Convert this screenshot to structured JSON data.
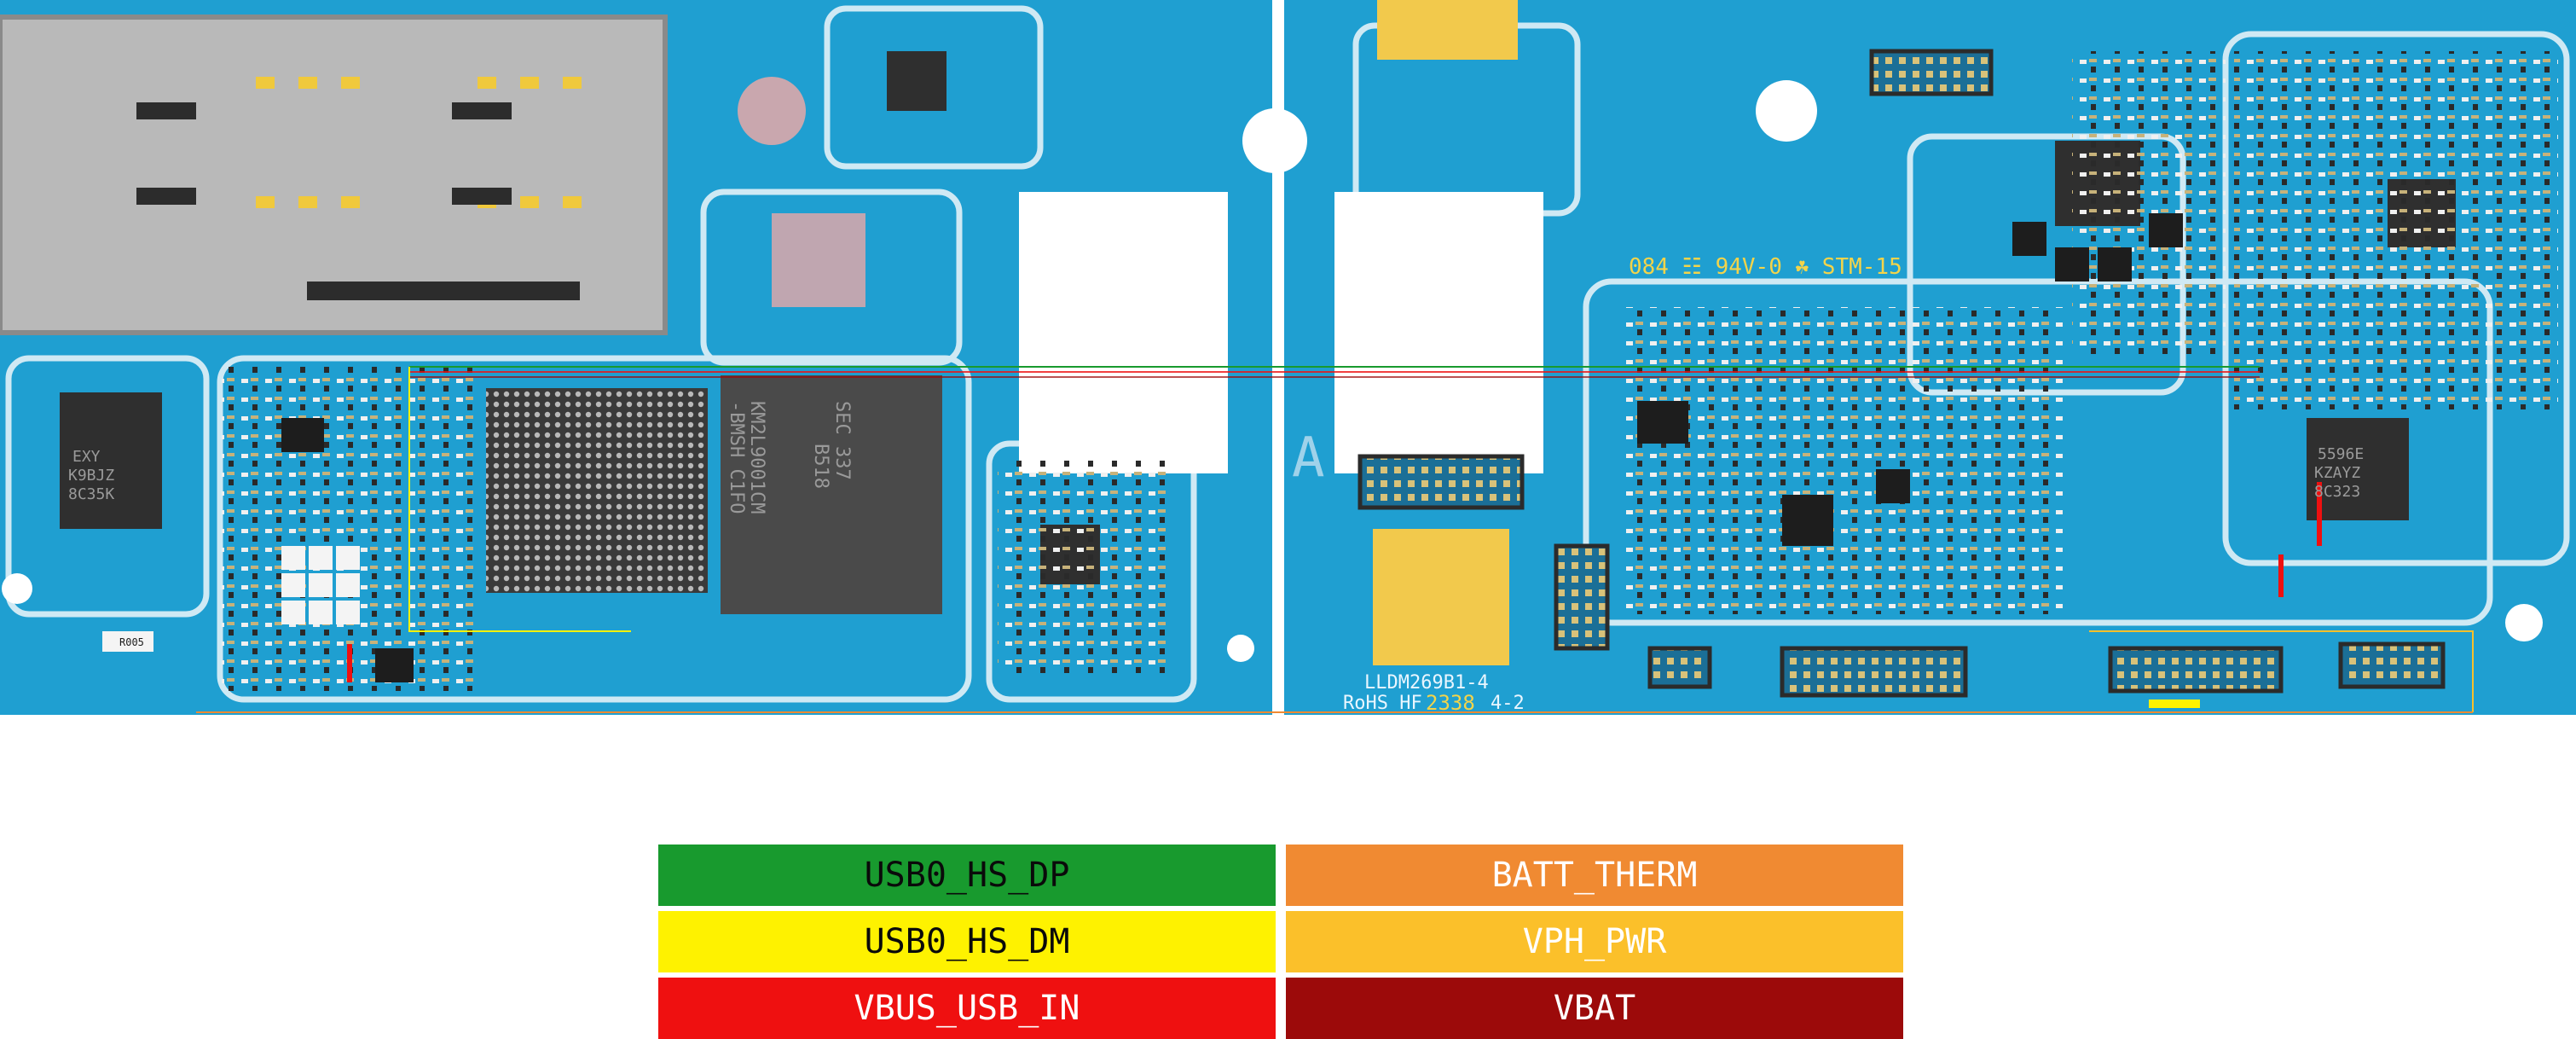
{
  "silkscreen": {
    "board_id": "LLDM269B1-4",
    "rohs": "RoHS HF",
    "date_code": "2338",
    "rev": "4-2",
    "ul_mark": "084 ☷ 94V-0 ☘ STM-15",
    "section_label": "A",
    "chip_left_1": "EXY",
    "chip_left_2": "K9BJZ",
    "chip_left_3": "8C35K",
    "chip_mid_1": "KM2L9001CM",
    "chip_mid_2": "-BMSH C1FO",
    "chip_mid_3": "SEC 337",
    "chip_mid_4": "B518",
    "chip_right_1": "5596E",
    "chip_right_2": "KZAYZ",
    "chip_right_3": "8C323",
    "small_label": "R005"
  },
  "legend": [
    {
      "label": "USB0_HS_DP",
      "bg": "#189a2e",
      "fg": "#0a0a0a"
    },
    {
      "label": "BATT_THERM",
      "bg": "#f08a32",
      "fg": "#ffffff"
    },
    {
      "label": "USB0_HS_DM",
      "bg": "#fef200",
      "fg": "#0a0a0a"
    },
    {
      "label": "VPH_PWR",
      "bg": "#fbc02a",
      "fg": "#ffffff"
    },
    {
      "label": "VBUS_USB_IN",
      "bg": "#ef1010",
      "fg": "#ffffff"
    },
    {
      "label": "VBAT",
      "bg": "#9c0a0a",
      "fg": "#ffffff"
    }
  ],
  "colors": {
    "board": "#1f9fd1",
    "board_dark": "#167fae",
    "trace_outline": "#cfe9f4"
  }
}
